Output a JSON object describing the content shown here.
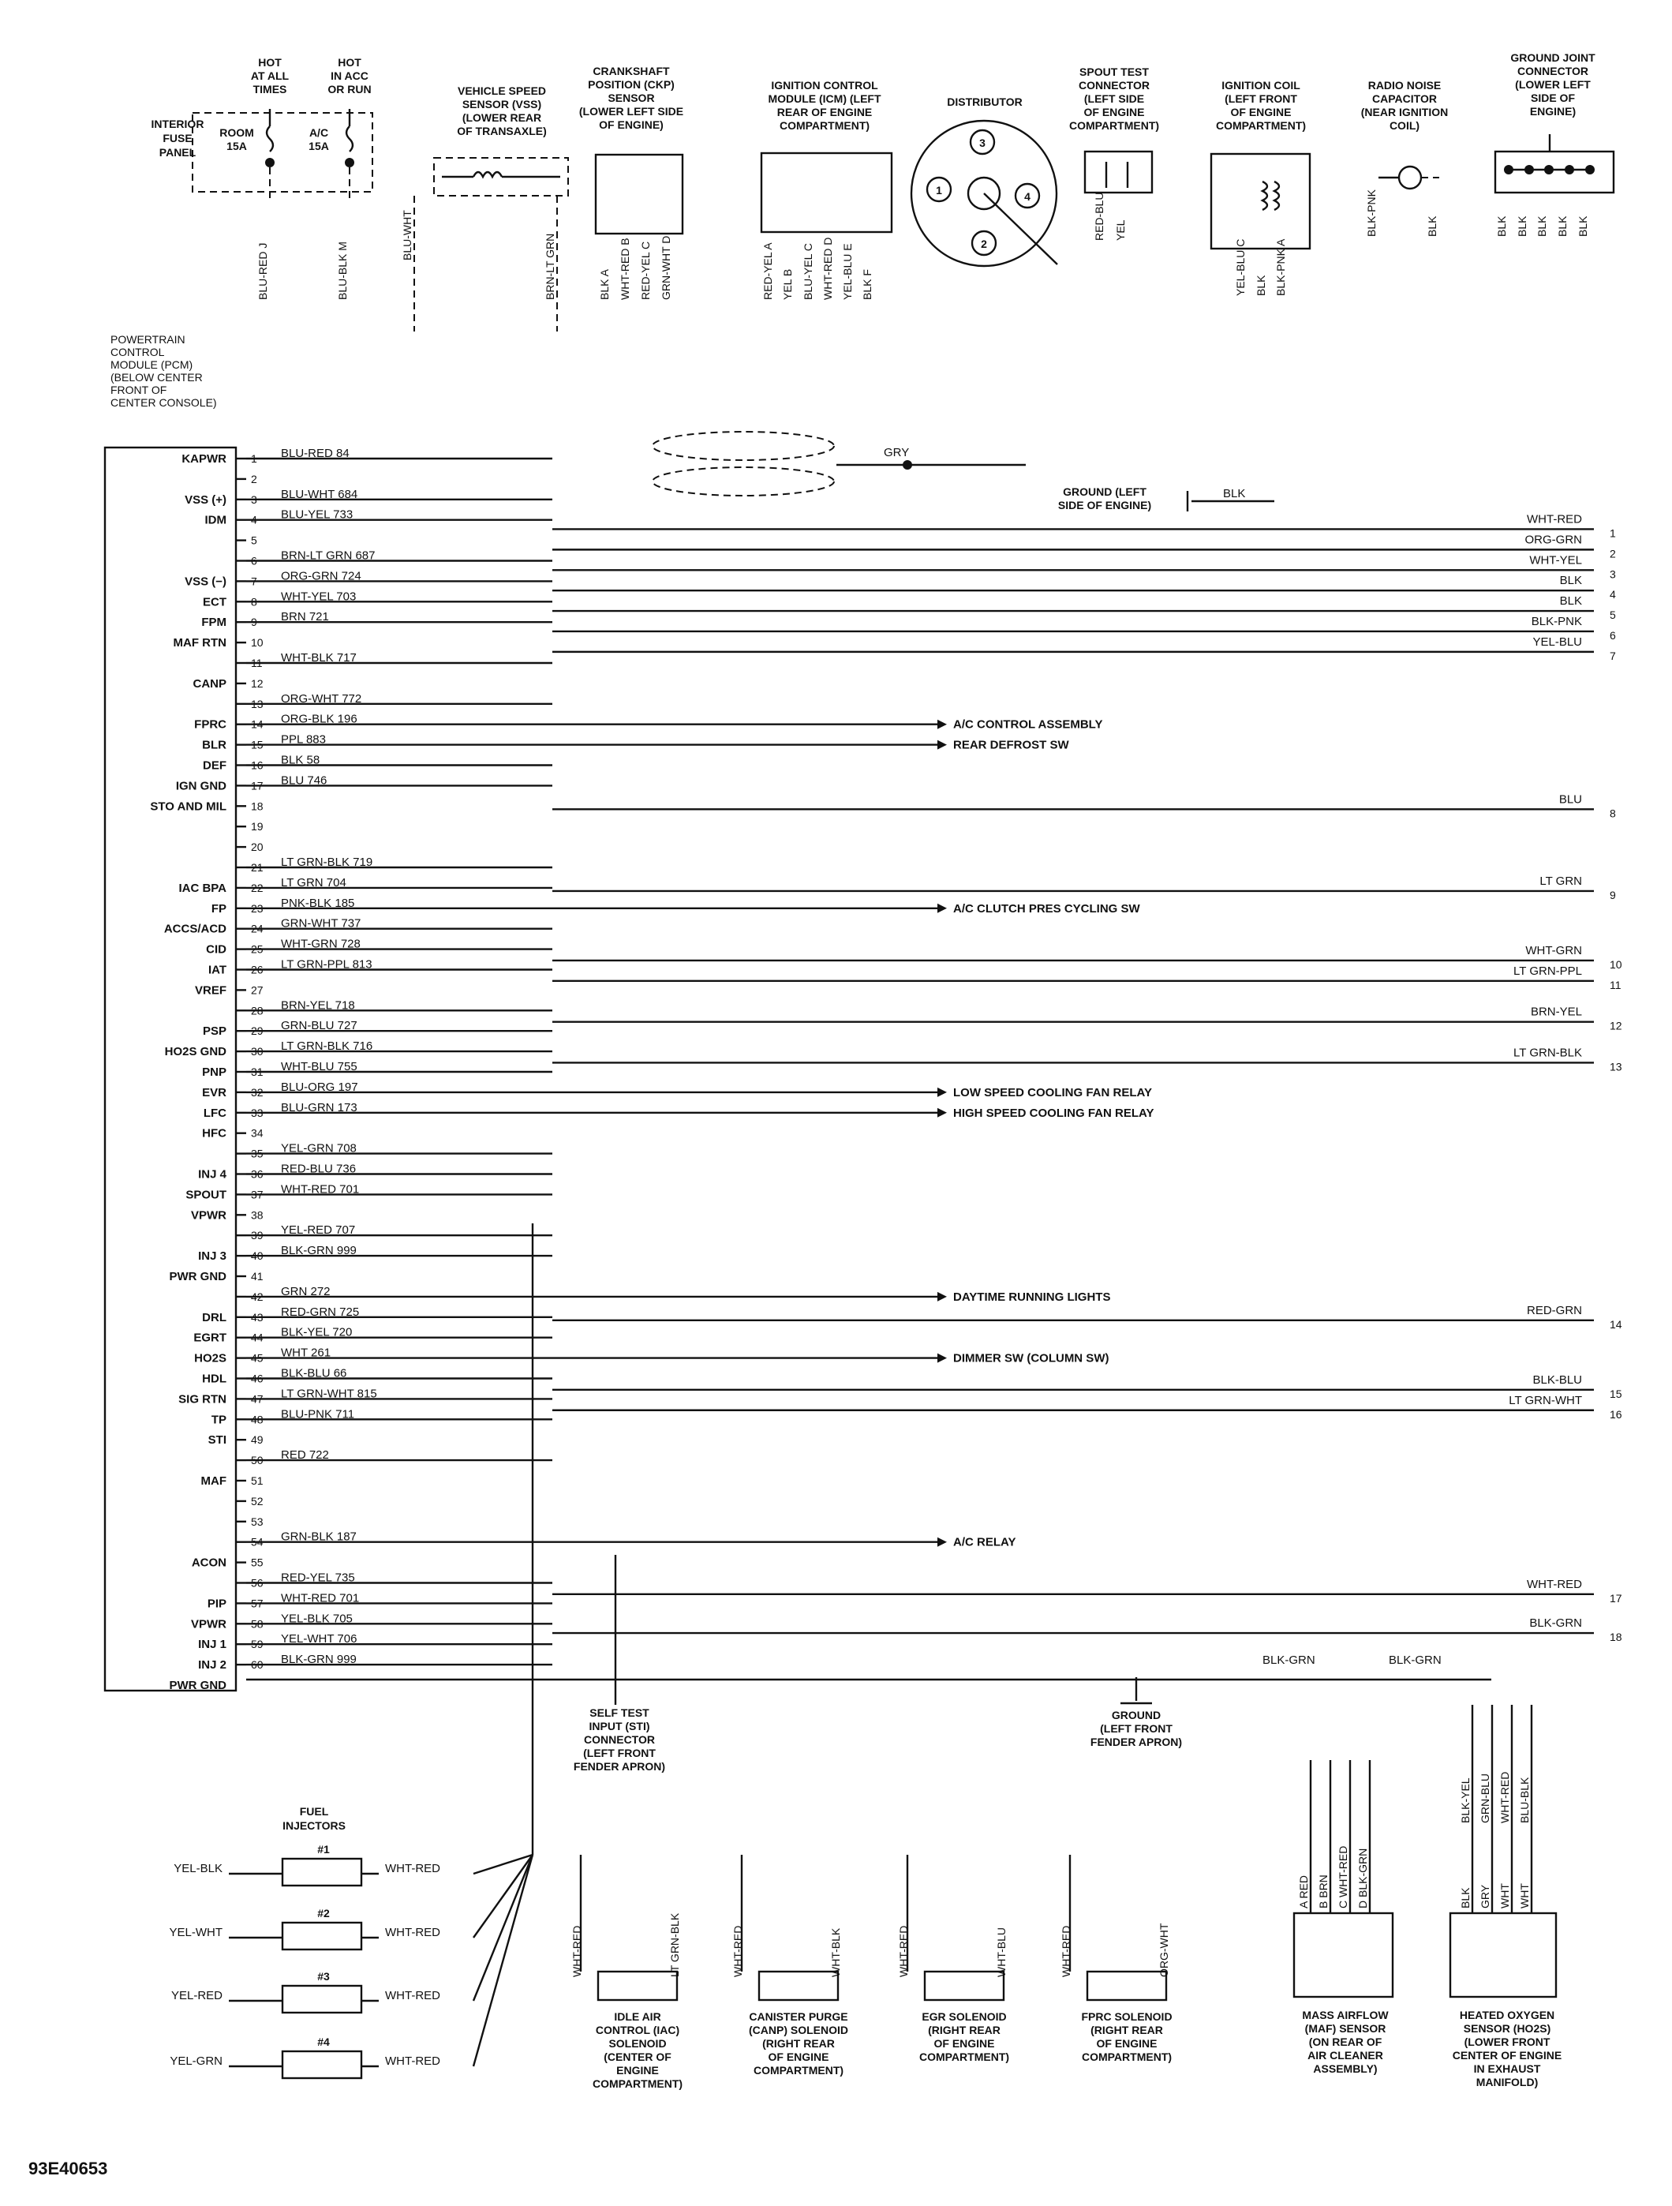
{
  "figure_code": "93E40653",
  "hot_labels": [
    [
      "HOT",
      "AT ALL",
      "TIMES"
    ],
    [
      "HOT",
      "IN ACC",
      "OR RUN"
    ]
  ],
  "interior_fuse_panel": [
    "INTERIOR",
    "FUSE",
    "PANEL"
  ],
  "fuses": [
    [
      "ROOM",
      "15A"
    ],
    [
      "A/C",
      "15A"
    ]
  ],
  "pcm_title": [
    "POWERTRAIN",
    "CONTROL",
    "MODULE (PCM)",
    "(BELOW CENTER",
    "FRONT OF",
    "CENTER CONSOLE)"
  ],
  "components_top": [
    [
      "VEHICLE SPEED",
      "SENSOR (VSS)",
      "(LOWER REAR",
      "OF TRANSAXLE)"
    ],
    [
      "CRANKSHAFT",
      "POSITION (CKP)",
      "SENSOR",
      "(LOWER LEFT SIDE",
      "OF ENGINE)"
    ],
    [
      "IGNITION CONTROL",
      "MODULE (ICM) (LEFT",
      "REAR OF ENGINE",
      "COMPARTMENT)"
    ],
    [
      "DISTRIBUTOR"
    ],
    [
      "SPOUT TEST",
      "CONNECTOR",
      "(LEFT SIDE",
      "OF ENGINE",
      "COMPARTMENT)"
    ],
    [
      "IGNITION COIL",
      "(LEFT FRONT",
      "OF ENGINE",
      "COMPARTMENT)"
    ],
    [
      "RADIO NOISE",
      "CAPACITOR",
      "(NEAR IGNITION",
      "COIL)"
    ],
    [
      "GROUND JOINT",
      "CONNECTOR",
      "(LOWER LEFT",
      "SIDE OF",
      "ENGINE)"
    ]
  ],
  "distributor_terminals": [
    "3",
    "1",
    "4",
    "2"
  ],
  "top_vertical_wires": [
    "BLU-RED J",
    "BLU-BLK M",
    "BLU-WHT",
    "BRN-LT GRN",
    "BLK A",
    "WHT-RED B",
    "RED-YEL C",
    "GRN-WHT D",
    "RED-YEL A",
    "YEL B",
    "BLU-YEL C",
    "WHT-RED D",
    "YEL-BLU E",
    "BLK F",
    "RED-BLU",
    "YEL",
    "YEL-BLU C",
    "BLK",
    "BLK-PNK A",
    "BLK-PNK",
    "BLK",
    "BLK",
    "BLK",
    "BLK",
    "BLK",
    "BLK"
  ],
  "gry_label": "GRY",
  "ground_left_engine": [
    "GROUND (LEFT",
    "SIDE OF ENGINE)"
  ],
  "ground_left_engine_wire": "BLK",
  "pcm_pins": [
    {
      "pin": "1",
      "func": "KAPWR",
      "wire": "BLU-RED 84"
    },
    {
      "pin": "2",
      "func": "",
      "wire": ""
    },
    {
      "pin": "3",
      "func": "VSS (+)",
      "wire": "BLU-WHT 684"
    },
    {
      "pin": "4",
      "func": "IDM",
      "wire": "BLU-YEL 733"
    },
    {
      "pin": "5",
      "func": "",
      "wire": ""
    },
    {
      "pin": "6",
      "func": "",
      "wire": "BRN-LT GRN 687"
    },
    {
      "pin": "7",
      "func": "VSS (−)",
      "wire": "ORG-GRN 724"
    },
    {
      "pin": "8",
      "func": "ECT",
      "wire": "WHT-YEL 703"
    },
    {
      "pin": "9",
      "func": "FPM",
      "wire": "BRN 721"
    },
    {
      "pin": "10",
      "func": "MAF RTN",
      "wire": ""
    },
    {
      "pin": "11",
      "func": "",
      "wire": "WHT-BLK 717"
    },
    {
      "pin": "12",
      "func": "CANP",
      "wire": ""
    },
    {
      "pin": "13",
      "func": "",
      "wire": "ORG-WHT 772"
    },
    {
      "pin": "14",
      "func": "FPRC",
      "wire": "ORG-BLK 196"
    },
    {
      "pin": "15",
      "func": "BLR",
      "wire": "PPL 883"
    },
    {
      "pin": "16",
      "func": "DEF",
      "wire": "BLK 58"
    },
    {
      "pin": "17",
      "func": "IGN GND",
      "wire": "BLU 746"
    },
    {
      "pin": "18",
      "func": "STO AND MIL",
      "wire": ""
    },
    {
      "pin": "19",
      "func": "",
      "wire": ""
    },
    {
      "pin": "20",
      "func": "",
      "wire": ""
    },
    {
      "pin": "21",
      "func": "",
      "wire": "LT GRN-BLK 719"
    },
    {
      "pin": "22",
      "func": "IAC BPA",
      "wire": "LT GRN 704"
    },
    {
      "pin": "23",
      "func": "FP",
      "wire": "PNK-BLK 185"
    },
    {
      "pin": "24",
      "func": "ACCS/ACD",
      "wire": "GRN-WHT 737"
    },
    {
      "pin": "25",
      "func": "CID",
      "wire": "WHT-GRN 728"
    },
    {
      "pin": "26",
      "func": "IAT",
      "wire": "LT GRN-PPL 813"
    },
    {
      "pin": "27",
      "func": "VREF",
      "wire": ""
    },
    {
      "pin": "28",
      "func": "",
      "wire": "BRN-YEL 718"
    },
    {
      "pin": "29",
      "func": "PSP",
      "wire": "GRN-BLU 727"
    },
    {
      "pin": "30",
      "func": "HO2S GND",
      "wire": "LT GRN-BLK 716"
    },
    {
      "pin": "31",
      "func": "PNP",
      "wire": "WHT-BLU 755"
    },
    {
      "pin": "32",
      "func": "EVR",
      "wire": "BLU-ORG 197"
    },
    {
      "pin": "33",
      "func": "LFC",
      "wire": "BLU-GRN 173"
    },
    {
      "pin": "34",
      "func": "HFC",
      "wire": ""
    },
    {
      "pin": "35",
      "func": "",
      "wire": "YEL-GRN 708"
    },
    {
      "pin": "36",
      "func": "INJ 4",
      "wire": "RED-BLU 736"
    },
    {
      "pin": "37",
      "func": "SPOUT",
      "wire": "WHT-RED 701"
    },
    {
      "pin": "38",
      "func": "VPWR",
      "wire": ""
    },
    {
      "pin": "39",
      "func": "",
      "wire": "YEL-RED 707"
    },
    {
      "pin": "40",
      "func": "INJ 3",
      "wire": "BLK-GRN 999"
    },
    {
      "pin": "41",
      "func": "PWR GND",
      "wire": ""
    },
    {
      "pin": "42",
      "func": "",
      "wire": "GRN 272"
    },
    {
      "pin": "43",
      "func": "DRL",
      "wire": "RED-GRN 725"
    },
    {
      "pin": "44",
      "func": "EGRT",
      "wire": "BLK-YEL 720"
    },
    {
      "pin": "45",
      "func": "HO2S",
      "wire": "WHT 261"
    },
    {
      "pin": "46",
      "func": "HDL",
      "wire": "BLK-BLU 66"
    },
    {
      "pin": "47",
      "func": "SIG RTN",
      "wire": "LT GRN-WHT 815"
    },
    {
      "pin": "48",
      "func": "TP",
      "wire": "BLU-PNK 711"
    },
    {
      "pin": "49",
      "func": "STI",
      "wire": ""
    },
    {
      "pin": "50",
      "func": "",
      "wire": "RED 722"
    },
    {
      "pin": "51",
      "func": "MAF",
      "wire": ""
    },
    {
      "pin": "52",
      "func": "",
      "wire": ""
    },
    {
      "pin": "53",
      "func": "",
      "wire": ""
    },
    {
      "pin": "54",
      "func": "",
      "wire": "GRN-BLK 187"
    },
    {
      "pin": "55",
      "func": "ACON",
      "wire": ""
    },
    {
      "pin": "56",
      "func": "",
      "wire": "RED-YEL 735"
    },
    {
      "pin": "57",
      "func": "PIP",
      "wire": "WHT-RED 701"
    },
    {
      "pin": "58",
      "func": "VPWR",
      "wire": "YEL-BLK 705"
    },
    {
      "pin": "59",
      "func": "INJ 1",
      "wire": "YEL-WHT 706"
    },
    {
      "pin": "60",
      "func": "INJ 2",
      "wire": "BLK-GRN 999"
    },
    {
      "pin": "",
      "func": "PWR GND",
      "wire": ""
    }
  ],
  "destinations": [
    "A/C CONTROL ASSEMBLY",
    "REAR DEFROST SW",
    "A/C CLUTCH PRES CYCLING SW",
    "LOW SPEED COOLING FAN RELAY",
    "HIGH SPEED COOLING FAN RELAY",
    "DAYTIME RUNNING LIGHTS",
    "DIMMER SW (COLUMN SW)",
    "A/C RELAY"
  ],
  "right_connectors": [
    {
      "wire": "WHT-RED",
      "num": "1"
    },
    {
      "wire": "ORG-GRN",
      "num": "2"
    },
    {
      "wire": "WHT-YEL",
      "num": "3"
    },
    {
      "wire": "BLK",
      "num": "4"
    },
    {
      "wire": "BLK",
      "num": "5"
    },
    {
      "wire": "BLK-PNK",
      "num": "6"
    },
    {
      "wire": "YEL-BLU",
      "num": "7"
    },
    {
      "wire": "BLU",
      "num": "8"
    },
    {
      "wire": "LT GRN",
      "num": "9"
    },
    {
      "wire": "WHT-GRN",
      "num": "10"
    },
    {
      "wire": "LT GRN-PPL",
      "num": "11"
    },
    {
      "wire": "BRN-YEL",
      "num": "12"
    },
    {
      "wire": "LT GRN-BLK",
      "num": "13"
    },
    {
      "wire": "RED-GRN",
      "num": "14"
    },
    {
      "wire": "BLK-BLU",
      "num": "15"
    },
    {
      "wire": "LT GRN-WHT",
      "num": "16"
    },
    {
      "wire": "WHT-RED",
      "num": "17"
    },
    {
      "wire": "BLK-GRN",
      "num": "18"
    }
  ],
  "self_test_connector": [
    "SELF TEST",
    "INPUT (STI)",
    "CONNECTOR",
    "(LEFT FRONT",
    "FENDER APRON)"
  ],
  "ground_fender": [
    "GROUND",
    "(LEFT FRONT",
    "FENDER APRON)"
  ],
  "ground_fender_wires": [
    "BLK-GRN",
    "BLK-GRN"
  ],
  "fuel_injectors_title": [
    "FUEL",
    "INJECTORS"
  ],
  "injectors": [
    {
      "num": "#1",
      "left": "YEL-BLK",
      "right": "WHT-RED"
    },
    {
      "num": "#2",
      "left": "YEL-WHT",
      "right": "WHT-RED"
    },
    {
      "num": "#3",
      "left": "YEL-RED",
      "right": "WHT-RED"
    },
    {
      "num": "#4",
      "left": "YEL-GRN",
      "right": "WHT-RED"
    }
  ],
  "solenoids": [
    {
      "name": [
        "IDLE AIR",
        "CONTROL (IAC)",
        "SOLENOID",
        "(CENTER OF",
        "ENGINE",
        "COMPARTMENT)"
      ],
      "left": "WHT-RED",
      "right": "LT GRN-BLK"
    },
    {
      "name": [
        "CANISTER PURGE",
        "(CANP) SOLENOID",
        "(RIGHT REAR",
        "OF ENGINE",
        "COMPARTMENT)"
      ],
      "left": "WHT-RED",
      "right": "WHT-BLK"
    },
    {
      "name": [
        "EGR SOLENOID",
        "(RIGHT REAR",
        "OF ENGINE",
        "COMPARTMENT)"
      ],
      "left": "WHT-RED",
      "right": "WHT-BLU"
    },
    {
      "name": [
        "FPRC SOLENOID",
        "(RIGHT REAR",
        "OF ENGINE",
        "COMPARTMENT)"
      ],
      "left": "WHT-RED",
      "right": "ORG-WHT"
    }
  ],
  "maf_sensor": {
    "name": [
      "MASS AIRFLOW",
      "(MAF) SENSOR",
      "(ON REAR OF",
      "AIR CLEANER",
      "ASSEMBLY)"
    ],
    "pins": [
      "A RED",
      "B BRN",
      "C WHT-RED",
      "D BLK-GRN"
    ]
  },
  "ho2s_sensor": {
    "name": [
      "HEATED OXYGEN",
      "SENSOR (HO2S)",
      "(LOWER FRONT",
      "CENTER OF ENGINE",
      "IN EXHAUST",
      "MANIFOLD)"
    ],
    "wires_upper": [
      "BLK-YEL",
      "GRN-BLU",
      "WHT-RED",
      "BLU-BLK"
    ],
    "wires_lower": [
      "BLK",
      "GRY",
      "WHT",
      "WHT"
    ]
  }
}
